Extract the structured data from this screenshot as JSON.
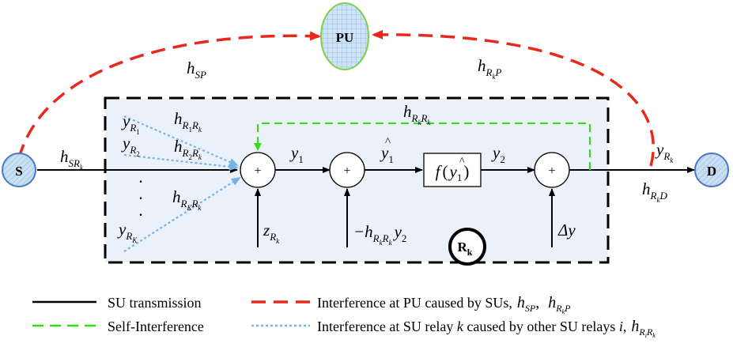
{
  "nodes": {
    "source": "S",
    "destination": "D",
    "primary_user": "PU",
    "relay": "R",
    "relay_subscript": "k"
  },
  "symbols": {
    "plus": "+",
    "h": "h",
    "y": "y",
    "z": "z",
    "f": "f",
    "delta_y": "Δy",
    "minus_h": "−h",
    "dots": "·"
  },
  "subscripts": {
    "SP": "SP",
    "SR": "SR",
    "k": "k",
    "R": "R",
    "P": "P",
    "D": "D",
    "one": "1",
    "two": "2",
    "K": "K",
    "i": "i"
  },
  "legend": {
    "su_transmission": "SU transmission",
    "self_interference": "Self-Interference",
    "interference_pu": "Interference at PU caused by SUs,",
    "interference_relay_prefix": "Interference at SU relay ",
    "interference_relay_k": "k",
    "interference_relay_mid": " caused by other SU relays ",
    "interference_relay_i": "i,"
  },
  "colors": {
    "box_fill": "#eaf1fa",
    "node_fill": "#c9dff2",
    "node_stroke": "#4a78c2",
    "pu_fill": "#cfe3f5",
    "pu_stroke": "#7ad13c",
    "red_dash": "#e8281c",
    "green_dash": "#33dd11",
    "blue_dot": "#7ab2e6",
    "ink": "#000000"
  }
}
